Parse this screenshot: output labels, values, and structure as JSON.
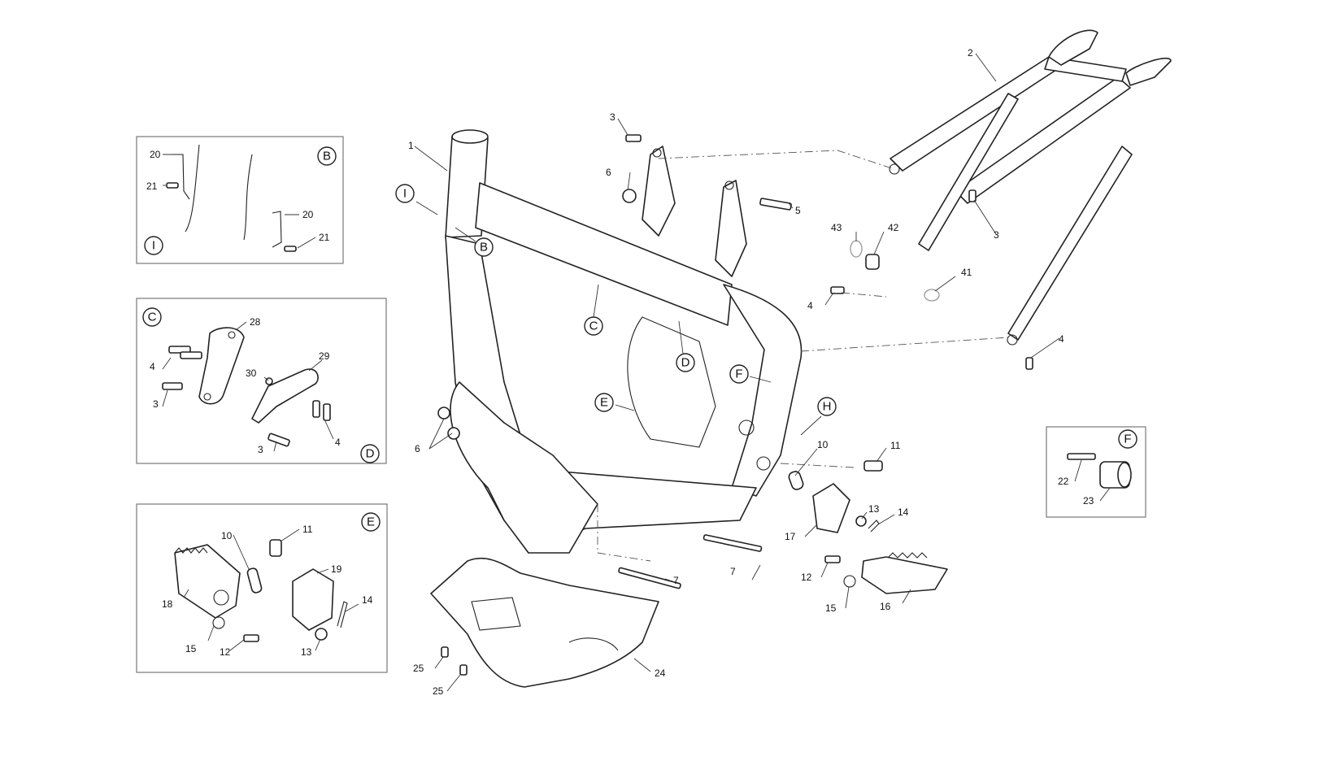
{
  "diagram": {
    "type": "exploded parts diagram",
    "subject": "motorcycle frame assembly"
  },
  "callouts": {
    "frame": "1",
    "subframe": "2",
    "subframe_bolt_upper": "3",
    "subframe_bolt_right": "3",
    "subframe_bolt_lower_left": "4",
    "subframe_bolt_lower_right": "4",
    "frame_bolt_5": "5",
    "nut_upper": "6",
    "nuts_lower": "6",
    "long_bolt_right": "7",
    "long_bolt_center": "7",
    "pin_right": "10",
    "bolt_11_right": "11",
    "bolt_12_right": "12",
    "washer_13_right": "13",
    "clip_14_right": "14",
    "spring_15_right": "15",
    "footpeg_right": "16",
    "footpeg_bracket_right": "17",
    "skid_plate": "24",
    "skid_screw_1": "25",
    "skid_screw_2": "25",
    "bushing_41": "41",
    "bushing_42": "42",
    "washer_43": "43"
  },
  "view_markers": {
    "I": "I",
    "B": "B",
    "C": "C",
    "D": "D",
    "E": "E",
    "F": "F",
    "H": "H"
  },
  "detail_boxes": {
    "box_I_B": {
      "marker_B": "B",
      "marker_I": "I",
      "labels": [
        "20",
        "21",
        "20",
        "21"
      ]
    },
    "box_C_D": {
      "marker_C": "C",
      "marker_D": "D",
      "labels": [
        "28",
        "4",
        "3",
        "30",
        "29",
        "3",
        "4"
      ]
    },
    "box_E": {
      "marker_E": "E",
      "labels": [
        "10",
        "11",
        "19",
        "18",
        "14",
        "15",
        "12",
        "13"
      ]
    },
    "box_F": {
      "marker_F": "F",
      "labels": [
        "22",
        "23"
      ]
    }
  }
}
